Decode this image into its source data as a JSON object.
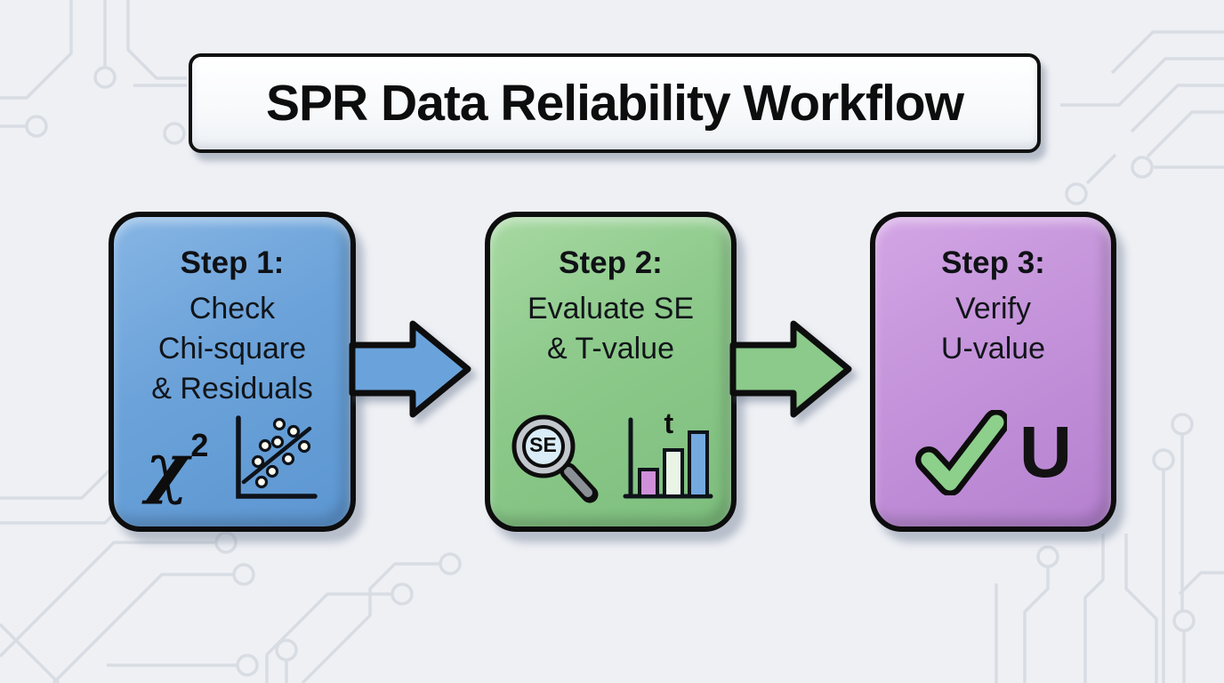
{
  "title": "SPR Data Reliability Workflow",
  "steps": [
    {
      "heading": "Step 1:",
      "lines": [
        "Check",
        "Chi-square",
        "& Residuals"
      ],
      "fill": "#69a0d8",
      "icons": [
        "chi-square-symbol",
        "residual-scatter-icon"
      ],
      "chi_symbol": "χ",
      "chi_exponent": "2"
    },
    {
      "heading": "Step 2:",
      "lines": [
        "Evaluate SE",
        "& T-value"
      ],
      "fill": "#8cc98a",
      "icons": [
        "se-magnifier-icon",
        "t-bar-chart-icon"
      ],
      "magnifier_label": "SE",
      "bar_chart_label": "t"
    },
    {
      "heading": "Step 3:",
      "lines": [
        "Verify",
        "U-value"
      ],
      "fill": "#c491da",
      "icons": [
        "check-icon",
        "u-value-symbol"
      ],
      "u_symbol": "U"
    }
  ],
  "arrows": [
    {
      "from": "step-1",
      "to": "step-2",
      "fill": "#6aa3db"
    },
    {
      "from": "step-2",
      "to": "step-3",
      "fill": "#8bca8a"
    }
  ],
  "colors": {
    "background": "#eef0f4",
    "circuit_line": "#d8dce3",
    "box_border": "#0d0d0d",
    "step1_fill": "#69a0d8",
    "step2_fill": "#8cc98a",
    "step3_fill": "#c491da",
    "arrow1_fill": "#6aa3db",
    "arrow2_fill": "#8bca8a",
    "check_green": "#8cd08c",
    "bar_pink": "#cf8fd9",
    "bar_mid": "#e9f4e7",
    "bar_blue": "#74a9e0",
    "lens_blue": "#d9ecf7",
    "ring_gray": "#c3c8ce",
    "scatter_dot": "#fcfbf0"
  }
}
